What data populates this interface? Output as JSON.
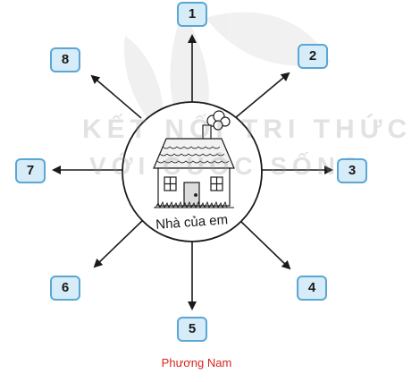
{
  "diagram": {
    "center_label": "Nhà của em",
    "direction_labels": [
      "1",
      "2",
      "3",
      "4",
      "5",
      "6",
      "7",
      "8"
    ]
  },
  "watermark": {
    "line1": "KẾT NỐI TRI THỨC",
    "line2": "VỚI CUỘC SỐNG"
  },
  "caption": "Phương Nam",
  "colors": {
    "box_fill": "#d6ecf8",
    "box_border": "#5aa6d4",
    "caption": "#d7231f",
    "line": "#1a1a1a"
  }
}
